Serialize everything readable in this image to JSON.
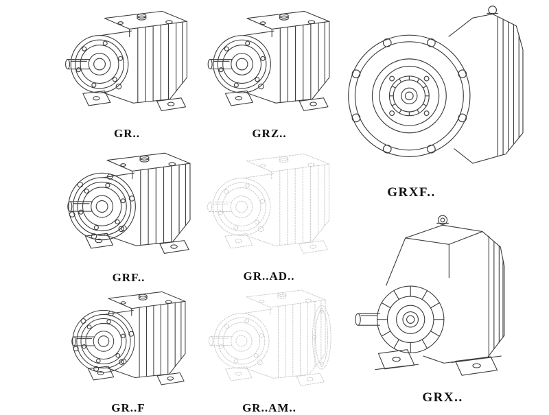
{
  "page": {
    "background": "#ffffff",
    "description": "Catalog sheet of helical gear unit line drawings"
  },
  "colors": {
    "line": "#3d3d3d",
    "ghost_line": "#c7c7c7",
    "label": "#101010",
    "background": "#ffffff"
  },
  "figures": [
    {
      "id": "gr",
      "label": "GR..",
      "drawing": "foot-mounted-helical-gearbox",
      "finish": "solid"
    },
    {
      "id": "grz",
      "label": "GRZ..",
      "drawing": "foot-mounted-helical-gearbox",
      "finish": "solid"
    },
    {
      "id": "grxf",
      "label": "GRXF..",
      "drawing": "flange-front-helical-gearbox",
      "finish": "solid"
    },
    {
      "id": "grf",
      "label": "GRF..",
      "drawing": "flange-mounted-helical-gearbox",
      "finish": "solid"
    },
    {
      "id": "grad",
      "label": "GR..AD..",
      "drawing": "foot-mounted-helical-gearbox-with-input-adapter",
      "finish": "ghost"
    },
    {
      "id": "grfb",
      "label": "GR..F",
      "drawing": "flange-mounted-helical-gearbox",
      "finish": "solid"
    },
    {
      "id": "gram",
      "label": "GR..AM..",
      "drawing": "foot-mounted-helical-gearbox-with-motor-flange",
      "finish": "ghost"
    },
    {
      "id": "grx",
      "label": "GRX..",
      "drawing": "large-foot-mounted-helical-gearbox",
      "finish": "solid"
    }
  ]
}
